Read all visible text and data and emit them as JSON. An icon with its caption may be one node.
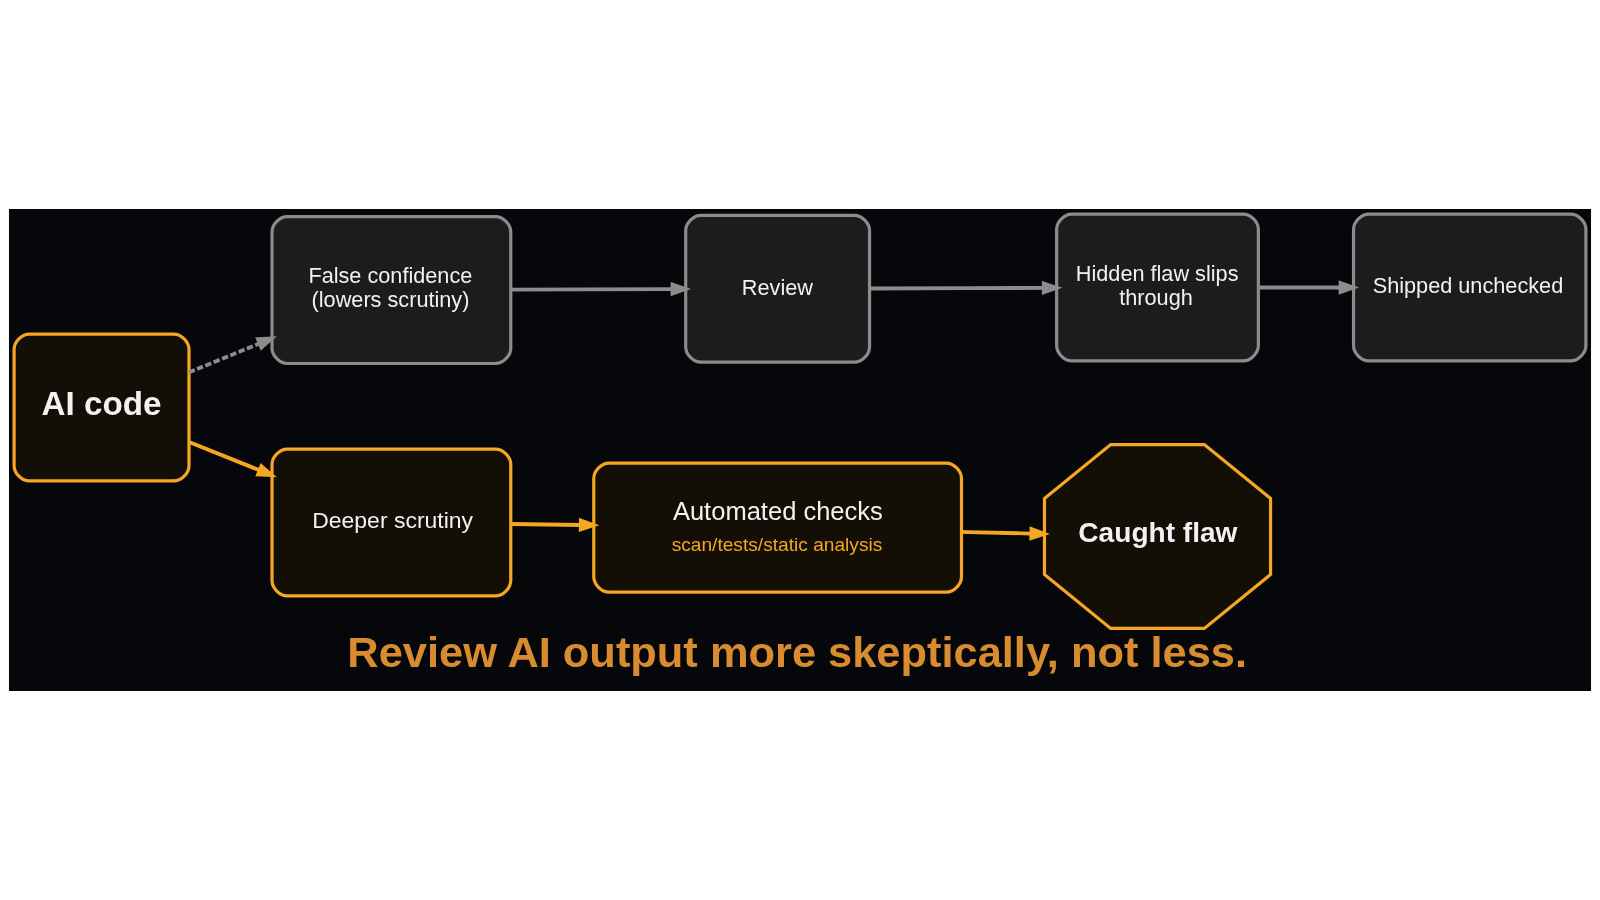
{
  "diagram": {
    "caption": "Review AI output more skeptically, not less.",
    "nodes": [
      {
        "text": [
          "AI code"
        ]
      },
      {
        "text": [
          "False confidence (lowers scrutiny)"
        ]
      },
      {
        "text": [
          "Review"
        ]
      },
      {
        "text": [
          "Hidden flaw slips through"
        ]
      },
      {
        "text": [
          "Shipped unchecked"
        ]
      },
      {
        "text": [
          "Deeper scrutiny"
        ]
      },
      {
        "text": [
          "Automated checks",
          "scan/tests/static analysis"
        ]
      },
      {
        "text": [
          "Caught flaw"
        ]
      }
    ],
    "edges": [
      {
        "from": 0,
        "to": 1,
        "arrow": "to",
        "style": "dashed"
      },
      {
        "from": 1,
        "to": 2,
        "arrow": "to"
      },
      {
        "from": 2,
        "to": 3,
        "arrow": "to"
      },
      {
        "from": 3,
        "to": 4,
        "arrow": "to"
      },
      {
        "from": 0,
        "to": 5,
        "arrow": "to",
        "color": "#f5a623"
      },
      {
        "from": 5,
        "to": 6,
        "arrow": "to",
        "color": "#f5a623"
      },
      {
        "from": 6,
        "to": 7,
        "arrow": "to",
        "color": "#f5a623"
      }
    ]
  }
}
